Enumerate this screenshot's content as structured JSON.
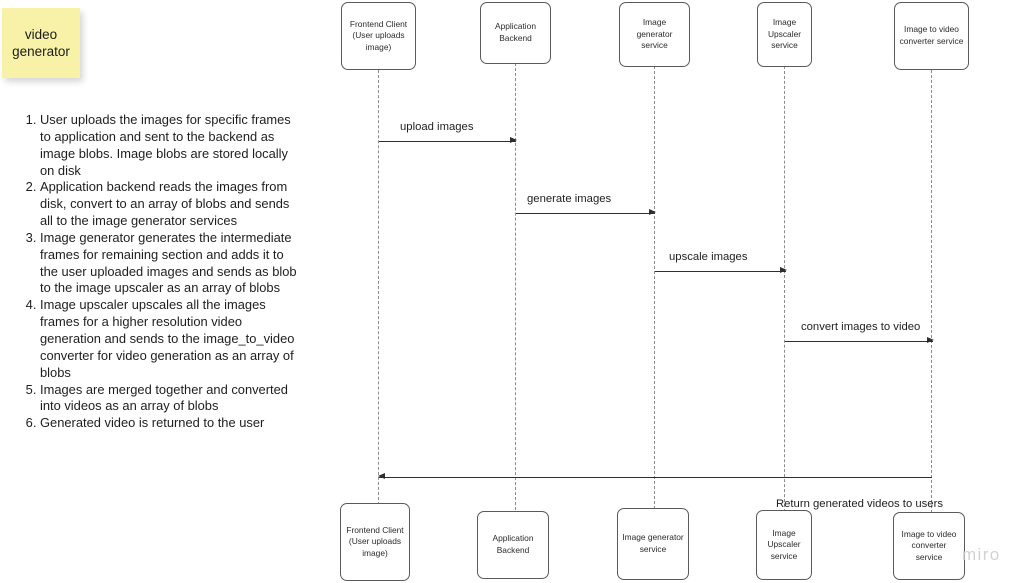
{
  "sticky_note": {
    "text": "video generator",
    "color": "#f7f2a8"
  },
  "steps": [
    "User uploads the images for specific frames to application and sent to the backend as image blobs. Image blobs are stored locally on disk",
    "Application backend reads the images from disk, convert to an array of blobs and sends all to the image generator services",
    "Image generator generates the intermediate frames for remaining section and adds it to the user uploaded images and sends as blob to the image upscaler as an array of blobs",
    "Image upscaler upscales all the images frames for a higher resolution video generation and sends to the image_to_video converter for video generation as an array of blobs",
    "Images are merged together and converted into videos as an array of blobs",
    "Generated video is returned to the user"
  ],
  "diagram": {
    "type": "sequence-diagram",
    "participants": [
      {
        "id": "frontend-client",
        "top_label": "Frontend Client (User uploads image)",
        "bottom_label": "Frontend Client (User uploads image)"
      },
      {
        "id": "application-backend",
        "top_label": "Application Backend",
        "bottom_label": "Application Backend"
      },
      {
        "id": "image-generator-service",
        "top_label": "Image generator service",
        "bottom_label": "Image generator service"
      },
      {
        "id": "image-upscaler-service",
        "top_label": "Image Upscaler service",
        "bottom_label": "Image Upscaler service"
      },
      {
        "id": "image-to-video-converter-service",
        "top_label": "Image to video converter service",
        "bottom_label": "Image to video converter service"
      }
    ],
    "messages": [
      {
        "id": "upload-images",
        "label": "upload images",
        "from": "frontend-client",
        "to": "application-backend",
        "direction": "ltr"
      },
      {
        "id": "generate-images",
        "label": "generate images",
        "from": "application-backend",
        "to": "image-generator-service",
        "direction": "ltr"
      },
      {
        "id": "upscale-images",
        "label": "upscale images",
        "from": "image-generator-service",
        "to": "image-upscaler-service",
        "direction": "ltr"
      },
      {
        "id": "convert-images-to-video",
        "label": "convert images to video",
        "from": "image-upscaler-service",
        "to": "image-to-video-converter-service",
        "direction": "ltr"
      },
      {
        "id": "return-generated-videos",
        "label": "Return generated videos to users",
        "from": "image-to-video-converter-service",
        "to": "frontend-client",
        "direction": "rtl"
      }
    ],
    "line_color": "#2e2e2e",
    "lifeline_color": "#8c8c8c",
    "box_border_color": "#5a5a5a"
  },
  "watermark": {
    "text": "miro"
  }
}
